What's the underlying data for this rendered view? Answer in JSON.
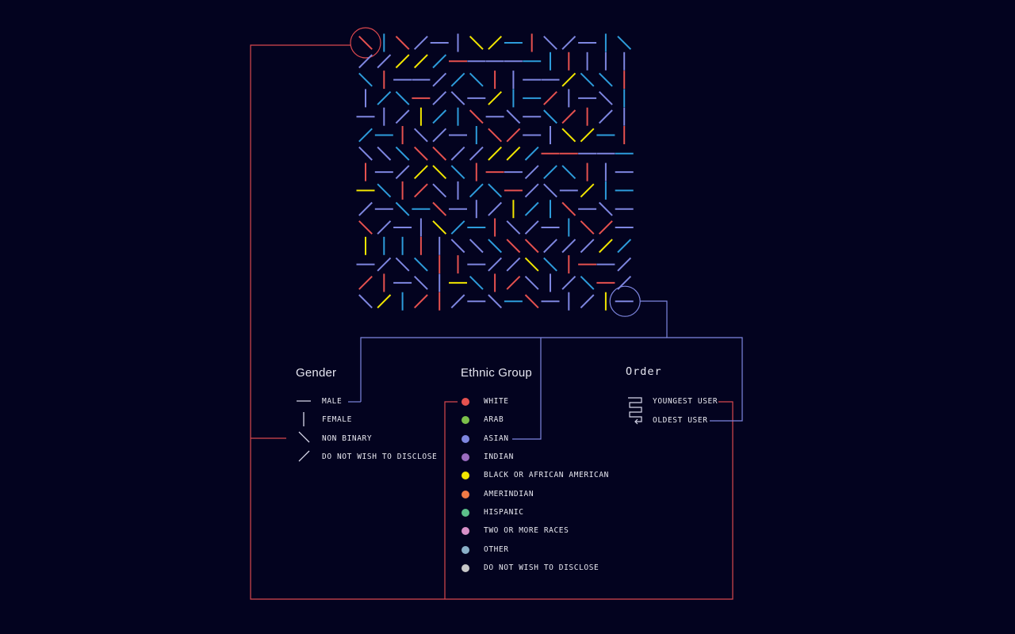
{
  "colors": {
    "background": "#03031f",
    "male_female_line": "#d8d8ea",
    "connector_red": "#d8474d",
    "connector_blue": "#7e86e0",
    "glyph_palette": [
      "#7e86e0",
      "#e5514f",
      "#2d9cdb",
      "#f2e600"
    ]
  },
  "gender": {
    "title": "Gender",
    "items": [
      {
        "label": "MALE",
        "glyph": "horizontal"
      },
      {
        "label": "FEMALE",
        "glyph": "vertical"
      },
      {
        "label": "NON BINARY",
        "glyph": "backslash"
      },
      {
        "label": "DO NOT WISH TO DISCLOSE",
        "glyph": "slash"
      }
    ]
  },
  "ethnic_group": {
    "title": "Ethnic Group",
    "items": [
      {
        "label": "WHITE",
        "color": "#e5514f"
      },
      {
        "label": "ARAB",
        "color": "#7cc04a"
      },
      {
        "label": "ASIAN",
        "color": "#7e86e0"
      },
      {
        "label": "INDIAN",
        "color": "#9b6cc0"
      },
      {
        "label": "BLACK OR AFRICAN AMERICAN",
        "color": "#f2e600"
      },
      {
        "label": "AMERINDIAN",
        "color": "#f07a46"
      },
      {
        "label": "HISPANIC",
        "color": "#5cc08a"
      },
      {
        "label": "TWO OR MORE RACES",
        "color": "#d890c8"
      },
      {
        "label": "OTHER",
        "color": "#8ab0c8"
      },
      {
        "label": "DO NOT WISH TO DISCLOSE",
        "color": "#c8c8c8"
      }
    ]
  },
  "order": {
    "title": "Order",
    "items": [
      {
        "label": "YOUNGEST USER"
      },
      {
        "label": "OLDEST USER"
      }
    ]
  },
  "grid": {
    "rows": 15,
    "cols": 15,
    "orientation_cycle": [
      "horizontal",
      "vertical",
      "backslash",
      "slash"
    ],
    "first_glyph": {
      "gender": "backslash",
      "color": "#e5514f"
    },
    "last_glyph": {
      "gender": "horizontal",
      "color": "#7e86e0"
    }
  }
}
